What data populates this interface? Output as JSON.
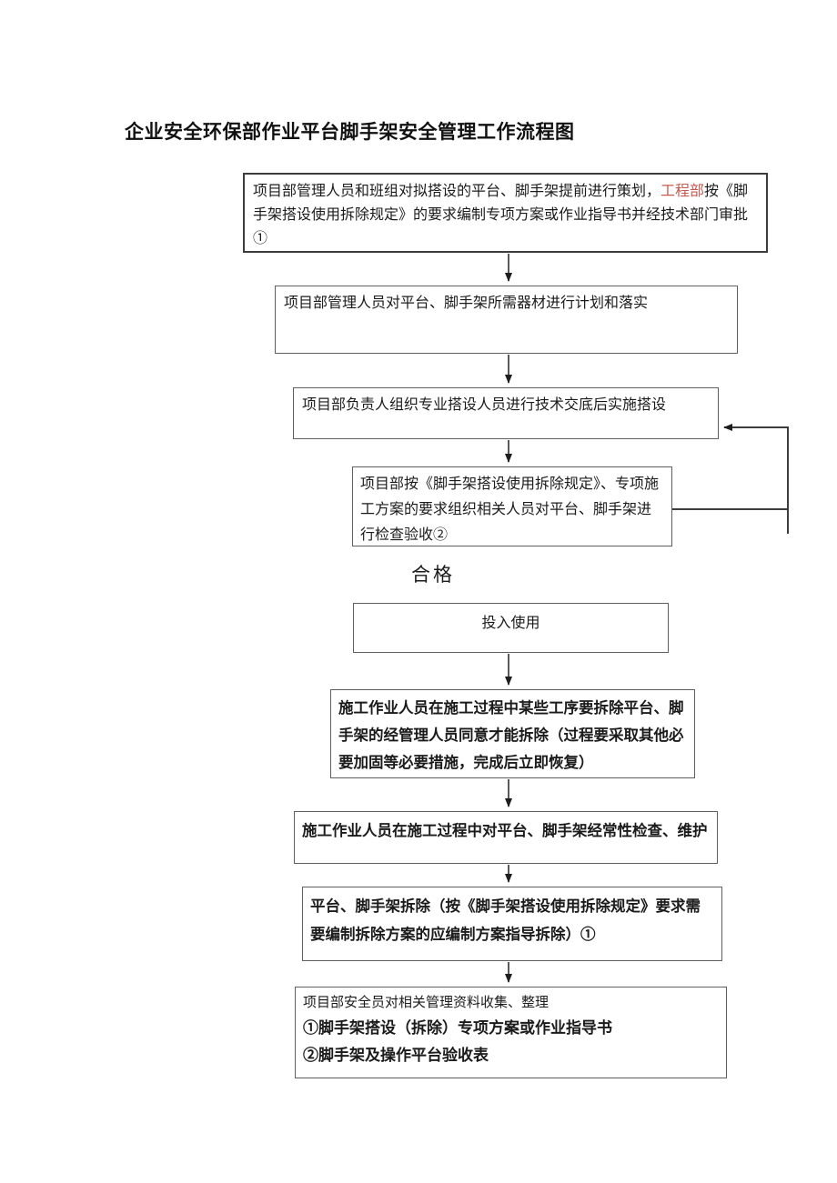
{
  "page": {
    "title": "企业安全环保部作业平台脚手架安全管理工作流程图"
  },
  "colors": {
    "red_text": "#c65a50",
    "box_border": "#5f5f5f",
    "connector_line": "#3d3d3d",
    "text": "#1b1b1b"
  },
  "flowchart": {
    "pass_label": "合格",
    "boxes": [
      {
        "id": "planning",
        "text_before_red": "项目部管理人员和班组对拟搭设的平台、脚手架提前进行策划，",
        "red_text": "工程部",
        "text_after_red": "按《脚手架搭设使用拆除规定》的要求编制专项方案或作业指导书并经技术部门审批①"
      },
      {
        "id": "material-plan",
        "text": "项目部管理人员对平台、脚手架所需器材进行计划和落实"
      },
      {
        "id": "erection",
        "text": "项目部负责人组织专业搭设人员进行技术交底后实施搭设"
      },
      {
        "id": "inspection",
        "text": "项目部按《脚手架搭设使用拆除规定》、专项施工方案的要求组织相关人员对平台、脚手架进行检查验收②"
      },
      {
        "id": "put-into-use",
        "text": "投入使用"
      },
      {
        "id": "temporary-removal",
        "text": "施工作业人员在施工过程中某些工序要拆除平台、脚手架的经管理人员同意才能拆除（过程要采取其他必要加固等必要措施，完成后立即恢复）"
      },
      {
        "id": "routine-maintenance",
        "text": "施工作业人员在施工过程中对平台、脚手架经常性检查、维护"
      },
      {
        "id": "dismantle",
        "text": "平台、脚手架拆除（按《脚手架搭设使用拆除规定》要求需要编制拆除方案的应编制方案指导拆除）①"
      },
      {
        "id": "records",
        "line1": "项目部安全员对相关管理资料收集、整理",
        "line2": "①脚手架搭设（拆除）专项方案或作业指导书",
        "line3": "②脚手架及操作平台验收表"
      }
    ]
  }
}
